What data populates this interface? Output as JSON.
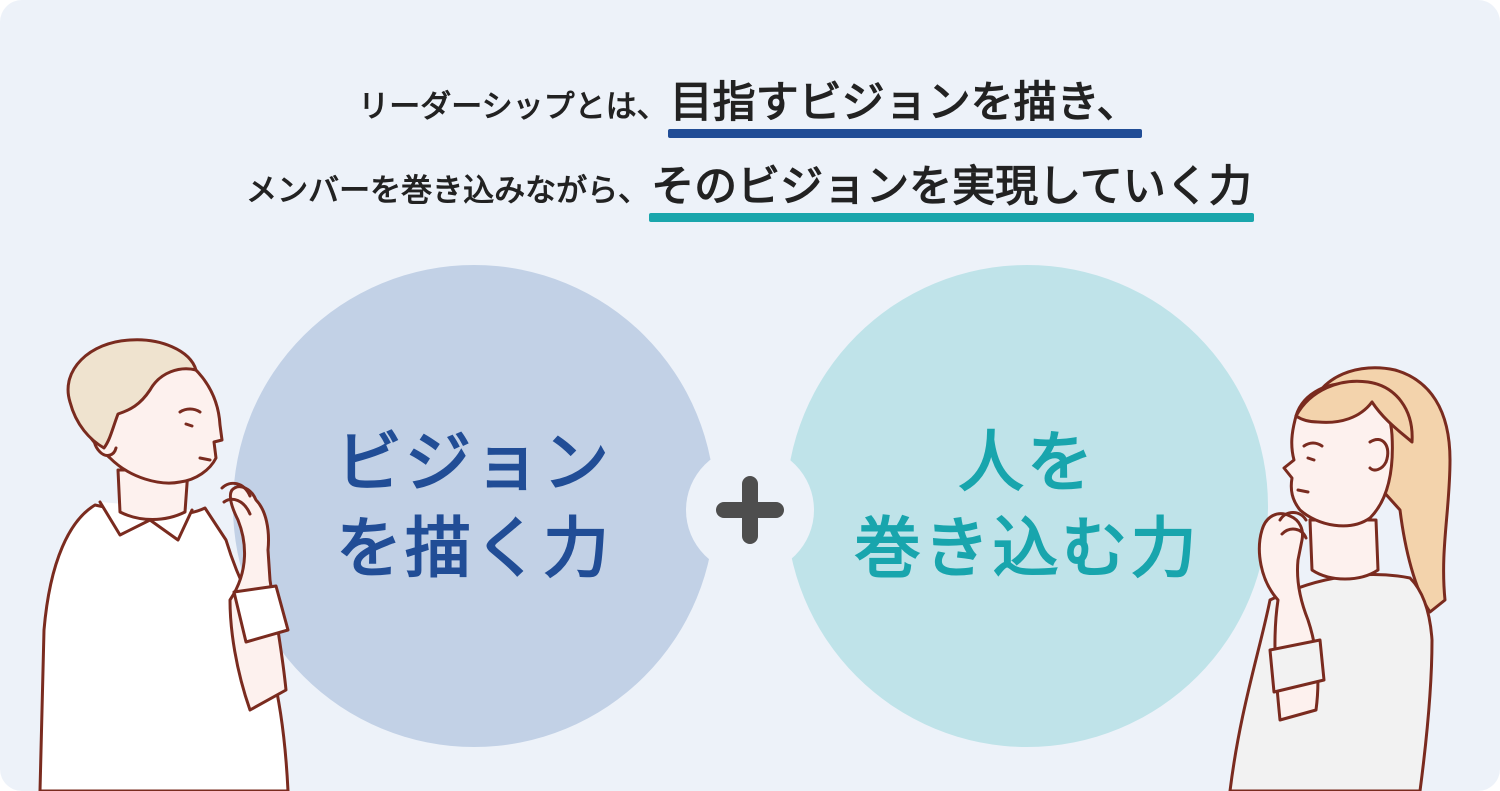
{
  "headline": {
    "line1_lead": "リーダーシップとは、",
    "line1_emphasis": "目指すビジョンを描き、",
    "line2_lead": "メンバーを巻き込みながら、",
    "line2_emphasis": "そのビジョンを実現していく力"
  },
  "circles": {
    "left": {
      "line1": "ビジョン",
      "line2": "を描く力",
      "color": "#214d96",
      "fill": "#c2d1e6"
    },
    "right": {
      "line1": "人を",
      "line2": "巻き込む力",
      "color": "#18a5ad",
      "fill": "#bfe3e9"
    }
  },
  "connector": {
    "icon": "plus-icon"
  },
  "illustrations": {
    "left": "thinking-man-illustration",
    "right": "thinking-woman-illustration"
  },
  "colors": {
    "background": "#edf2f9",
    "text": "#222222",
    "underline_vision": "#214d96",
    "underline_realize": "#1aa6ac",
    "outline": "#7a2b1f"
  }
}
